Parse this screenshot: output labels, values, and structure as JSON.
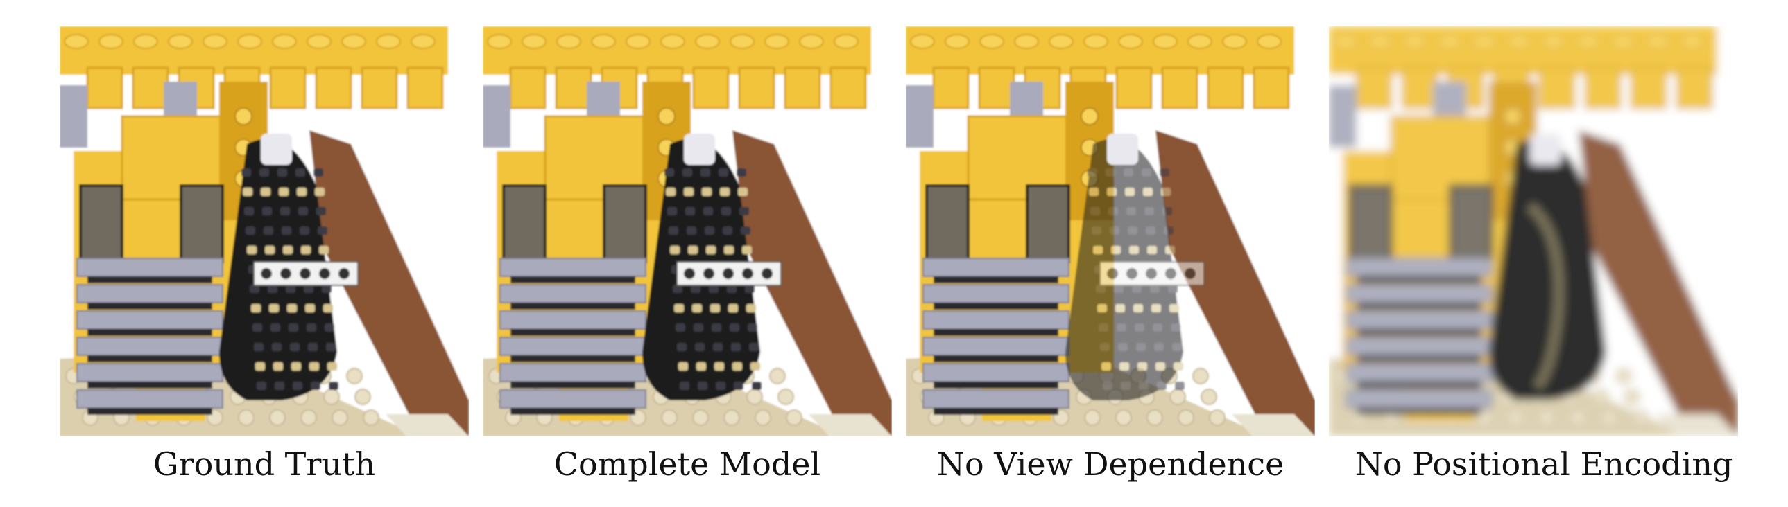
{
  "figure": {
    "panels": [
      {
        "caption": "Ground Truth",
        "rendering": "sharp"
      },
      {
        "caption": "Complete Model",
        "rendering": "sharp"
      },
      {
        "caption": "No View Dependence",
        "rendering": "faded-tread"
      },
      {
        "caption": "No Positional Encoding",
        "rendering": "blurry"
      }
    ]
  },
  "colors": {
    "lego_yellow": "#f2c43a",
    "lego_dark_yellow": "#d9a21f",
    "tread_black": "#1c1c1f",
    "lego_grey": "#a9aabb",
    "baseplate_tan": "#dccfae",
    "lego_brown": "#8a5434"
  }
}
